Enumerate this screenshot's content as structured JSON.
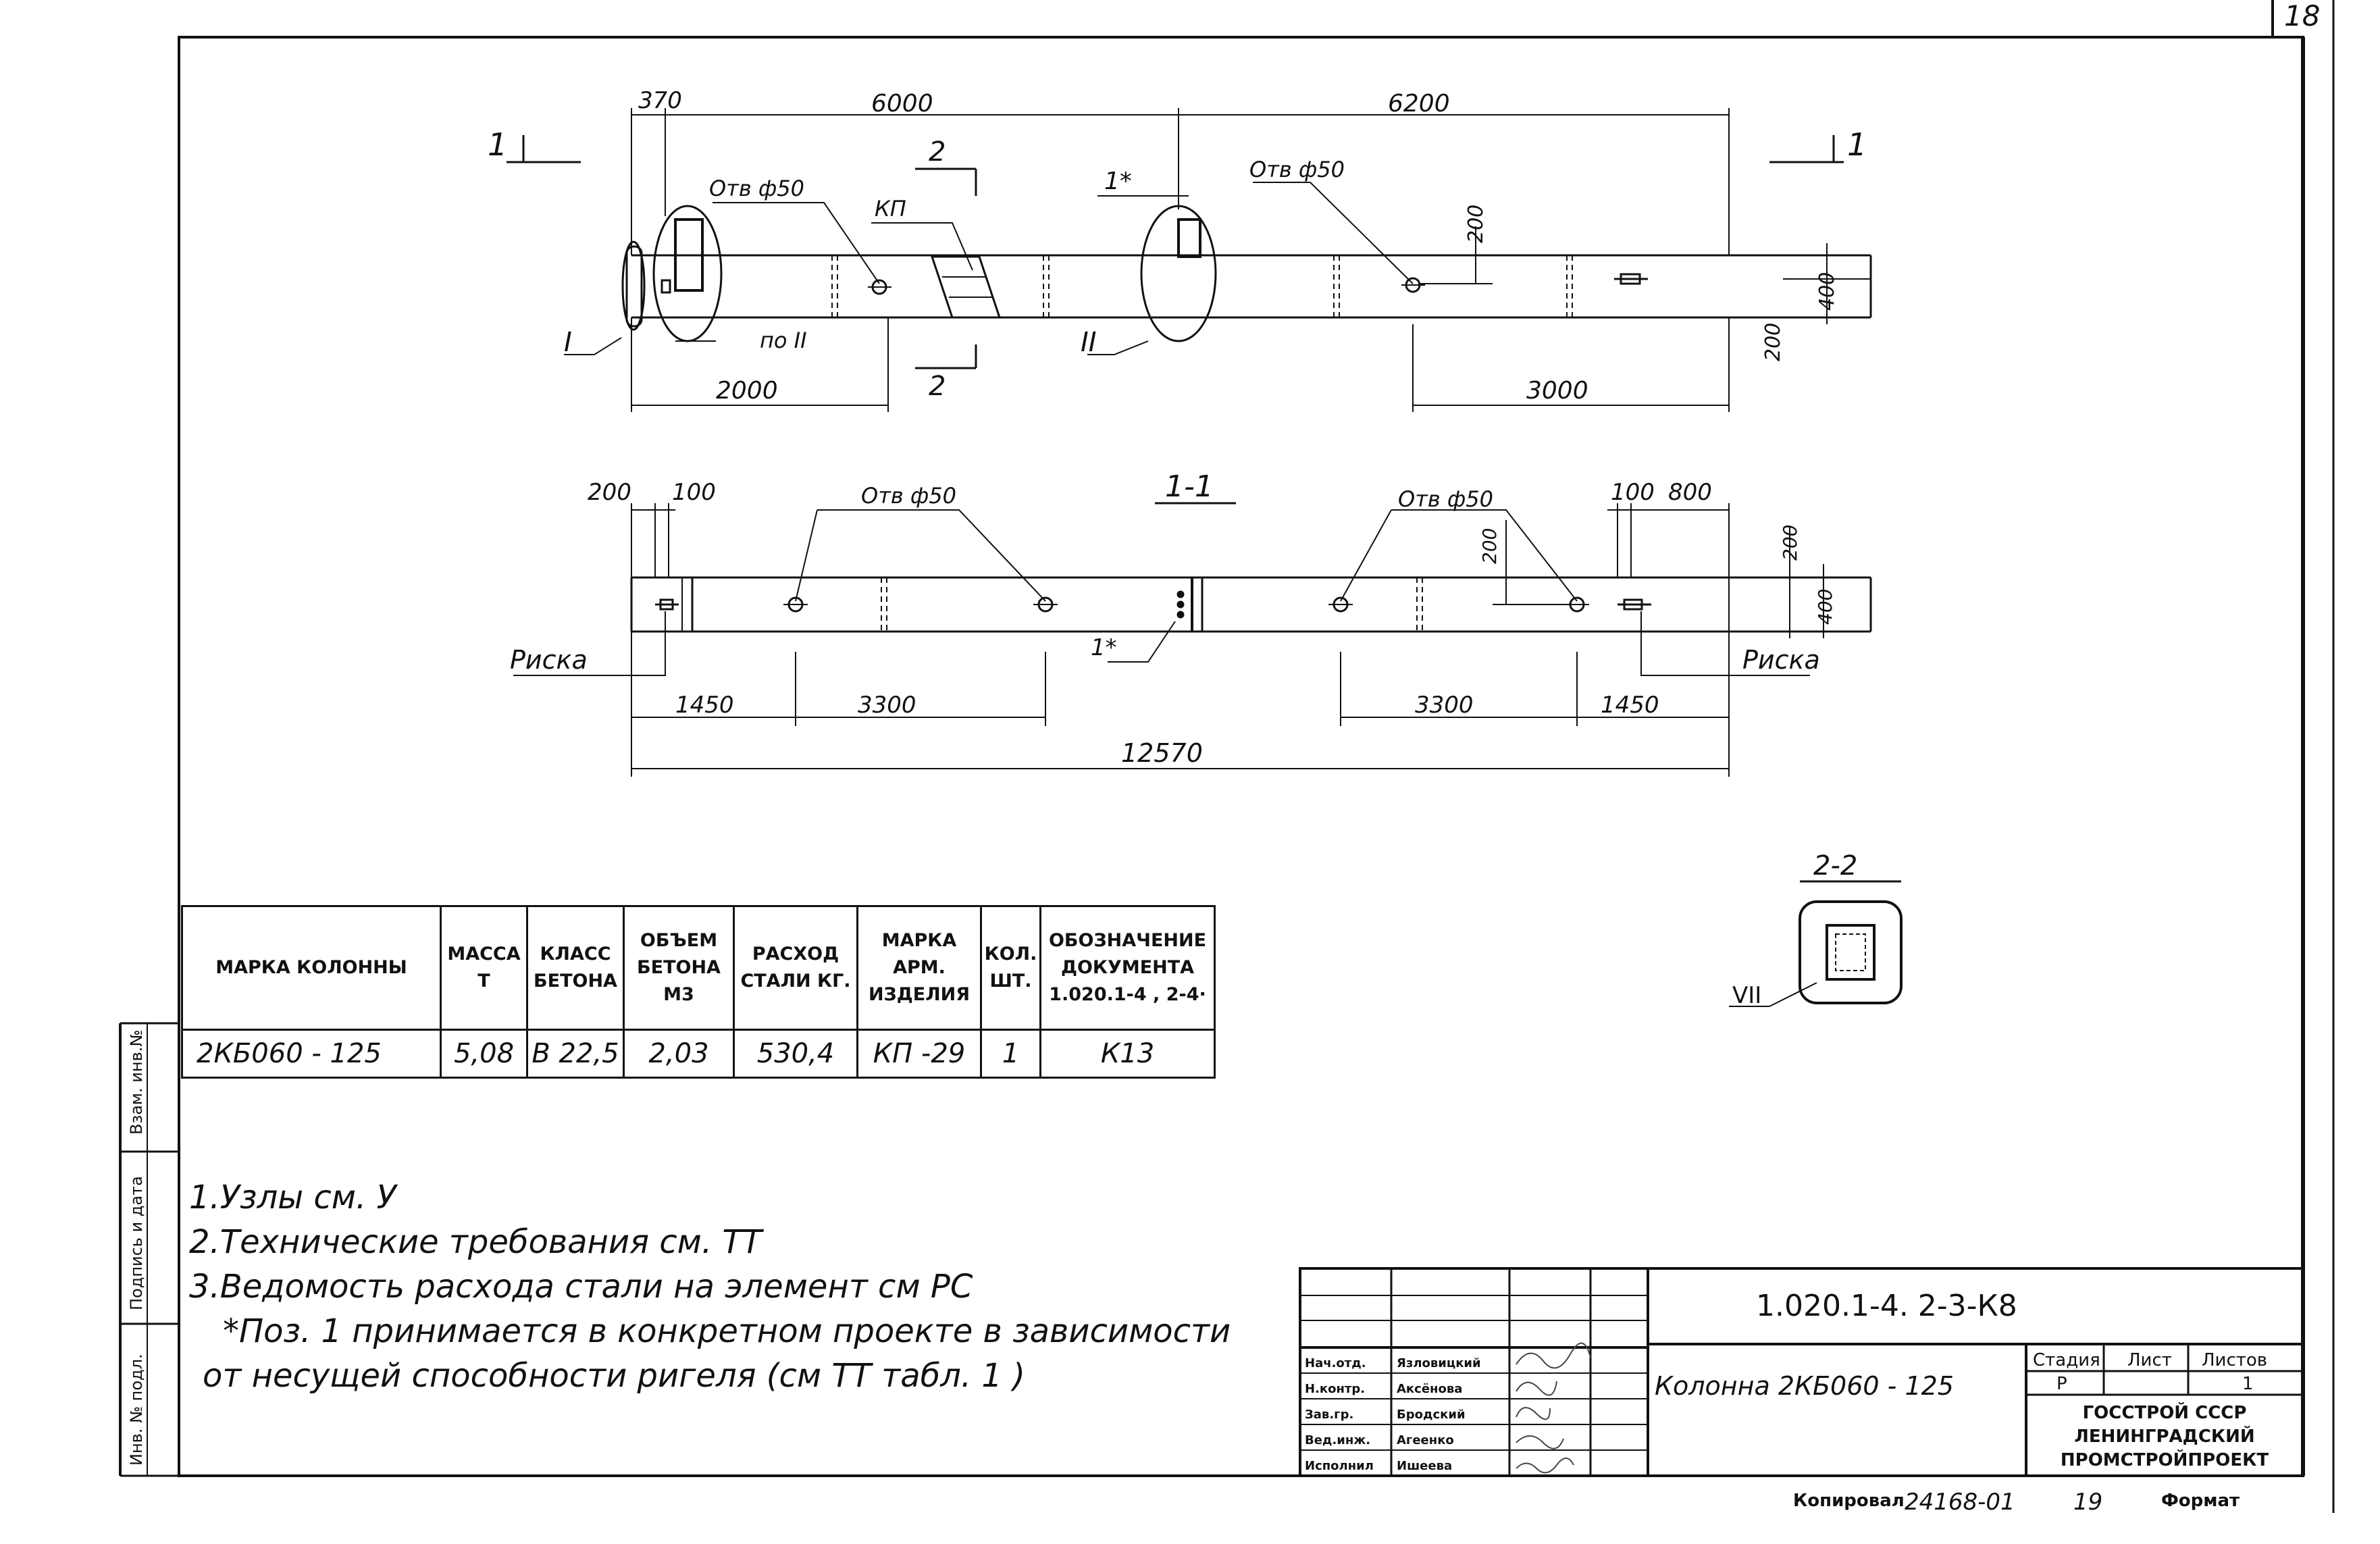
{
  "page_number": "18",
  "drawing": {
    "top_view": {
      "dims": [
        "370",
        "6000",
        "6200",
        "2000",
        "3000",
        "200",
        "400",
        "200"
      ],
      "section_marks": {
        "left": "1",
        "right": "1",
        "top": "2",
        "bottom": "2"
      },
      "hole_labels": [
        "Отв ф50",
        "Отв ф50"
      ],
      "kp_label": "КП",
      "detail_label_1": "1*",
      "node_I": "I",
      "node_II": "II",
      "po_II": "по II"
    },
    "section_1_1": {
      "title": "1-1",
      "dims_top": [
        "200",
        "100",
        "100",
        "800"
      ],
      "hole_labels": [
        "Отв ф50",
        "Отв ф50"
      ],
      "side_dims": [
        "200",
        "200",
        "400"
      ],
      "dims_bottom": [
        "1450",
        "3300",
        "3300",
        "1450"
      ],
      "total": "12570",
      "riska_left": "Риска",
      "riska_right": "Риска",
      "detail_label": "1*"
    },
    "section_2_2": {
      "title": "2-2",
      "node": "VII"
    }
  },
  "spec_table": {
    "headers": [
      "МАРКА КОЛОННЫ",
      "МАССА Т",
      "КЛАСС БЕТОНА",
      "ОБЪЕМ БЕТОНА М3",
      "РАСХОД СТАЛИ КГ.",
      "МАРКА АРМ. ИЗДЕЛИЯ",
      "КОЛ. ШТ.",
      "ОБОЗНАЧЕНИЕ ДОКУМЕНТА 1.020.1-4 , 2-4·"
    ],
    "row": [
      "2КБ060 - 125",
      "5,08",
      "В 22,5",
      "2,03",
      "530,4",
      "КП -29",
      "1",
      "К13"
    ]
  },
  "notes": [
    "1.Узлы см. У",
    "2.Технические требования см. ТТ",
    "3.Ведомость расхода стали на элемент см РС",
    "*Поз. 1 принимается в конкретном проекте в зависимости",
    "от несущей способности ригеля (см ТТ табл. 1 )"
  ],
  "side_stamp": [
    "Взам. инв.№",
    "Подпись и дата",
    "Инв. № подл."
  ],
  "title_block": {
    "doc_code": "1.020.1-4.   2-3-К8",
    "title": "Колонна 2КБ060 - 125",
    "roles": [
      "Нач.отд.",
      "Н.контр.",
      "Зав.гр.",
      "Вед.инж.",
      "Исполнил"
    ],
    "names": [
      "Язловицкий",
      "Аксёнова",
      "Бродский",
      "Агеенко",
      "Ишеева"
    ],
    "stage_header": "Стадия",
    "sheet_header": "Лист",
    "sheets_header": "Листов",
    "stage_value": "Р",
    "sheets_value": "1",
    "org_line1": "ГОССТРОЙ СССР",
    "org_line2": "ЛЕНИНГРАДСКИЙ",
    "org_line3": "ПРОМСТРОЙПРОЕКТ"
  },
  "footer": {
    "copied": "Копировал",
    "copied_num": "24168-01",
    "copied_page": "19",
    "format": "Формат"
  }
}
